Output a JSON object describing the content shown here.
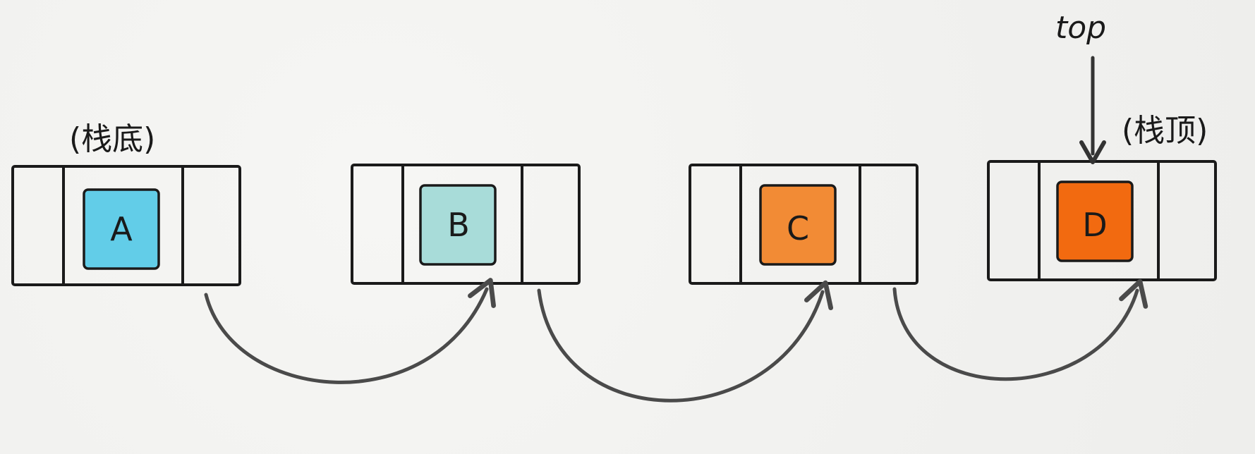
{
  "diagram": {
    "nodes": [
      {
        "label": "A",
        "color": "#62cde8"
      },
      {
        "label": "B",
        "color": "#a8dcd9"
      },
      {
        "label": "C",
        "color": "#f28b35"
      },
      {
        "label": "D",
        "color": "#f26a10"
      }
    ],
    "bottom_label": "(栈底)",
    "top_label": "(栈顶)",
    "pointer_label": "top",
    "stroke_color": "#1a1a1a",
    "arrow_color": "#4a4a4a"
  }
}
